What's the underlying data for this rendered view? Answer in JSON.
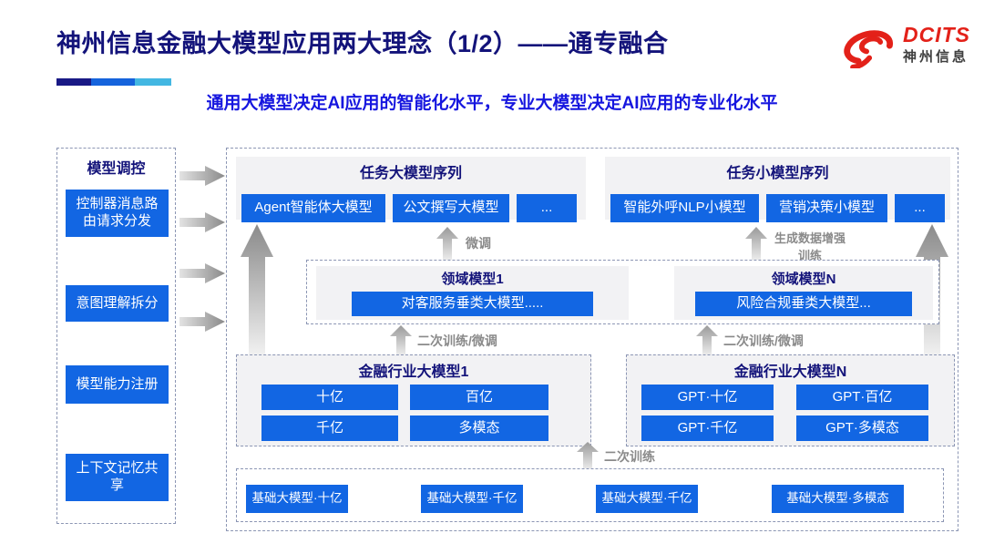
{
  "slide": {
    "title": "神州信息金融大模型应用两大理念（1/2）——通专融合",
    "subtitle": "通用大模型决定AI应用的智能化水平，专业大模型决定AI应用的专业化水平"
  },
  "logo": {
    "name": "DCITS",
    "name_cn": "神州信息"
  },
  "colors": {
    "accent_navy": "#191985",
    "accent_blue": "#1563DC",
    "accent_cyan": "#43B7E2",
    "button_blue": "#1266E3",
    "title_navy": "#13137A",
    "subtitle_blue": "#1616DF",
    "logo_red": "#E32119",
    "panel_gray": "#F2F2F4"
  },
  "sidebar": {
    "title": "模型调控",
    "items": [
      {
        "label": "控制器消息路由请求分发"
      },
      {
        "label": "意图理解拆分"
      },
      {
        "label": "模型能力注册"
      },
      {
        "label": "上下文记忆共享"
      }
    ]
  },
  "diagram": {
    "task_large": {
      "title": "任务大模型序列",
      "items": [
        {
          "label": "Agent智能体大模型"
        },
        {
          "label": "公文撰写大模型"
        },
        {
          "label": "..."
        }
      ]
    },
    "task_small": {
      "title": "任务小模型序列",
      "items": [
        {
          "label": "智能外呼NLP小模型"
        },
        {
          "label": "营销决策小模型"
        },
        {
          "label": "..."
        }
      ]
    },
    "arrow_labels": {
      "finetune": "微调",
      "augmented": "生成数据增强训练",
      "retrain_finetune_left": "二次训练/微调",
      "retrain_finetune_right": "二次训练/微调",
      "retrain": "二次训练"
    },
    "domain_models": [
      {
        "title": "领域模型1",
        "item": "对客服务垂类大模型....."
      },
      {
        "title": "领域模型N",
        "item": "风险合规垂类大模型..."
      }
    ],
    "industry_models": [
      {
        "title": "金融行业大模型1",
        "items": [
          {
            "label": "十亿"
          },
          {
            "label": "百亿"
          },
          {
            "label": "千亿"
          },
          {
            "label": "多模态"
          }
        ]
      },
      {
        "title": "金融行业大模型N",
        "items": [
          {
            "label": "GPT·十亿"
          },
          {
            "label": "GPT·百亿"
          },
          {
            "label": "GPT·千亿"
          },
          {
            "label": "GPT·多模态"
          }
        ]
      }
    ],
    "base_models": [
      {
        "label": "基础大模型·十亿"
      },
      {
        "label": "基础大模型·千亿"
      },
      {
        "label": "基础大模型·千亿"
      },
      {
        "label": "基础大模型·多模态"
      }
    ]
  }
}
